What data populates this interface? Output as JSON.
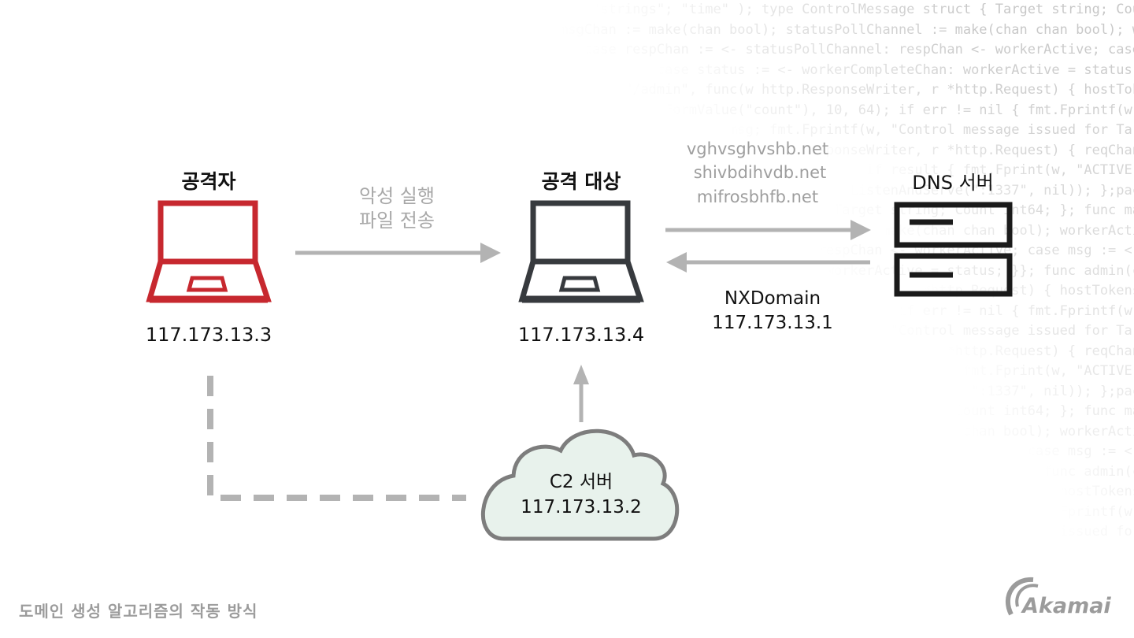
{
  "background_code": [
    "\"strings\"; \"time\" ); type ControlMessage struct { Target string; Cou",
    "msgChan := make(chan bool); statusPollChannel := make(chan chan bool); w",
    "case respChan := <- statusPollChannel: respChan <- workerActive; case",
    "case status := <- workerCompleteChan: workerActive = status;",
    "\"/admin\", func(w http.ResponseWriter, r *http.Request) { hostTok",
    "FormValue(\"count\"), 10, 64); if err != nil { fmt.Fprintf(w,",
    "msg; fmt.Fprintf(w, \"Control message issued for Tar",
    "ResponseWriter, r *http.Request) { reqChan",
    "if result { fmt.Fprint(w, \"ACTIVE\"",
    "ListenAndServe(\":1337\", nil)); };pac",
    "Target string; Count int64; }; func ma",
    "make(chan chan bool); workerActi",
    "respChan <- workerActive; case msg := <-",
    "workerActive = status; }}; func admin(c",
    "*http.Request) { hostTokens",
    "if err != nil { fmt.Fprintf(w,",
    "\"Control message issued for Tar",
    "*http.Request) { reqChan",
    "fmt.Fprint(w, \"ACTIVE\"",
    "\":1337\", nil)); };pac",
    "Count int64; }; func ma",
    "chan bool); workerActi",
    "case msg := <-",
    "func admin(c",
    "hostTokens",
    "Fprintf(w,",
    "issued for"
  ],
  "nodes": {
    "attacker": {
      "title": "공격자",
      "ip": "117.173.13.3",
      "color": "#c7282f"
    },
    "target": {
      "title": "공격 대상",
      "ip": "117.173.13.4",
      "color": "#373a3e"
    },
    "dns": {
      "title": "DNS 서버",
      "color": "#1a1a1a"
    },
    "c2": {
      "title": "C2 서버",
      "ip": "117.173.13.2",
      "fill": "#e8f2ec",
      "stroke": "#7d7d7d"
    }
  },
  "edges": {
    "attacker_to_target": {
      "label_line1": "악성 실행",
      "label_line2": "파일 전송"
    },
    "target_to_dns": {
      "domains": [
        "vghvsghvshb.net",
        "shivbdihvdb.net",
        "mifrosbhfb.net"
      ]
    },
    "dns_to_target": {
      "label_line1": "NXDomain",
      "label_line2": "117.173.13.1"
    },
    "c2_to_target": {},
    "attacker_c2_link": {
      "style": "dashed"
    }
  },
  "arrow_color": "#b3b3b3",
  "caption": "도메인 생성 알고리즘의 작동 방식",
  "logo": {
    "text": "Akamai",
    "color": "#9b9b9b"
  }
}
